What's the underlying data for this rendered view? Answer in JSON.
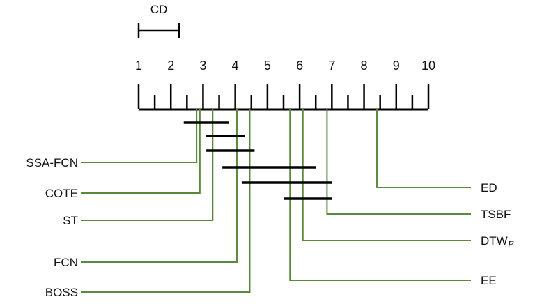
{
  "cd_label": "CD",
  "critical_difference": 1.25,
  "axis": {
    "ticks": [
      "1",
      "2",
      "3",
      "4",
      "5",
      "6",
      "7",
      "8",
      "9",
      "10"
    ],
    "min": 1,
    "max": 10
  },
  "colors": {
    "axis": "#000000",
    "connector": "#5b8a3c",
    "clique": "#000000"
  },
  "methods_left": [
    {
      "name": "SSA-FCN",
      "rank": 2.8
    },
    {
      "name": "COTE",
      "rank": 2.9
    },
    {
      "name": "ST",
      "rank": 3.3
    },
    {
      "name": "FCN",
      "rank": 4.05
    },
    {
      "name": "BOSS",
      "rank": 4.45
    }
  ],
  "methods_right": [
    {
      "name": "ED",
      "rank": 8.4
    },
    {
      "name": "TSBF",
      "rank": 6.85
    },
    {
      "name": "DTW",
      "subscript": "F",
      "rank": 6.1
    },
    {
      "name": "EE",
      "rank": 5.7
    }
  ],
  "cliques": [
    {
      "from": 2.4,
      "to": 3.8
    },
    {
      "from": 3.1,
      "to": 4.3
    },
    {
      "from": 3.1,
      "to": 4.6
    },
    {
      "from": 3.6,
      "to": 6.5
    },
    {
      "from": 4.2,
      "to": 7.0
    },
    {
      "from": 5.5,
      "to": 7.0
    }
  ]
}
